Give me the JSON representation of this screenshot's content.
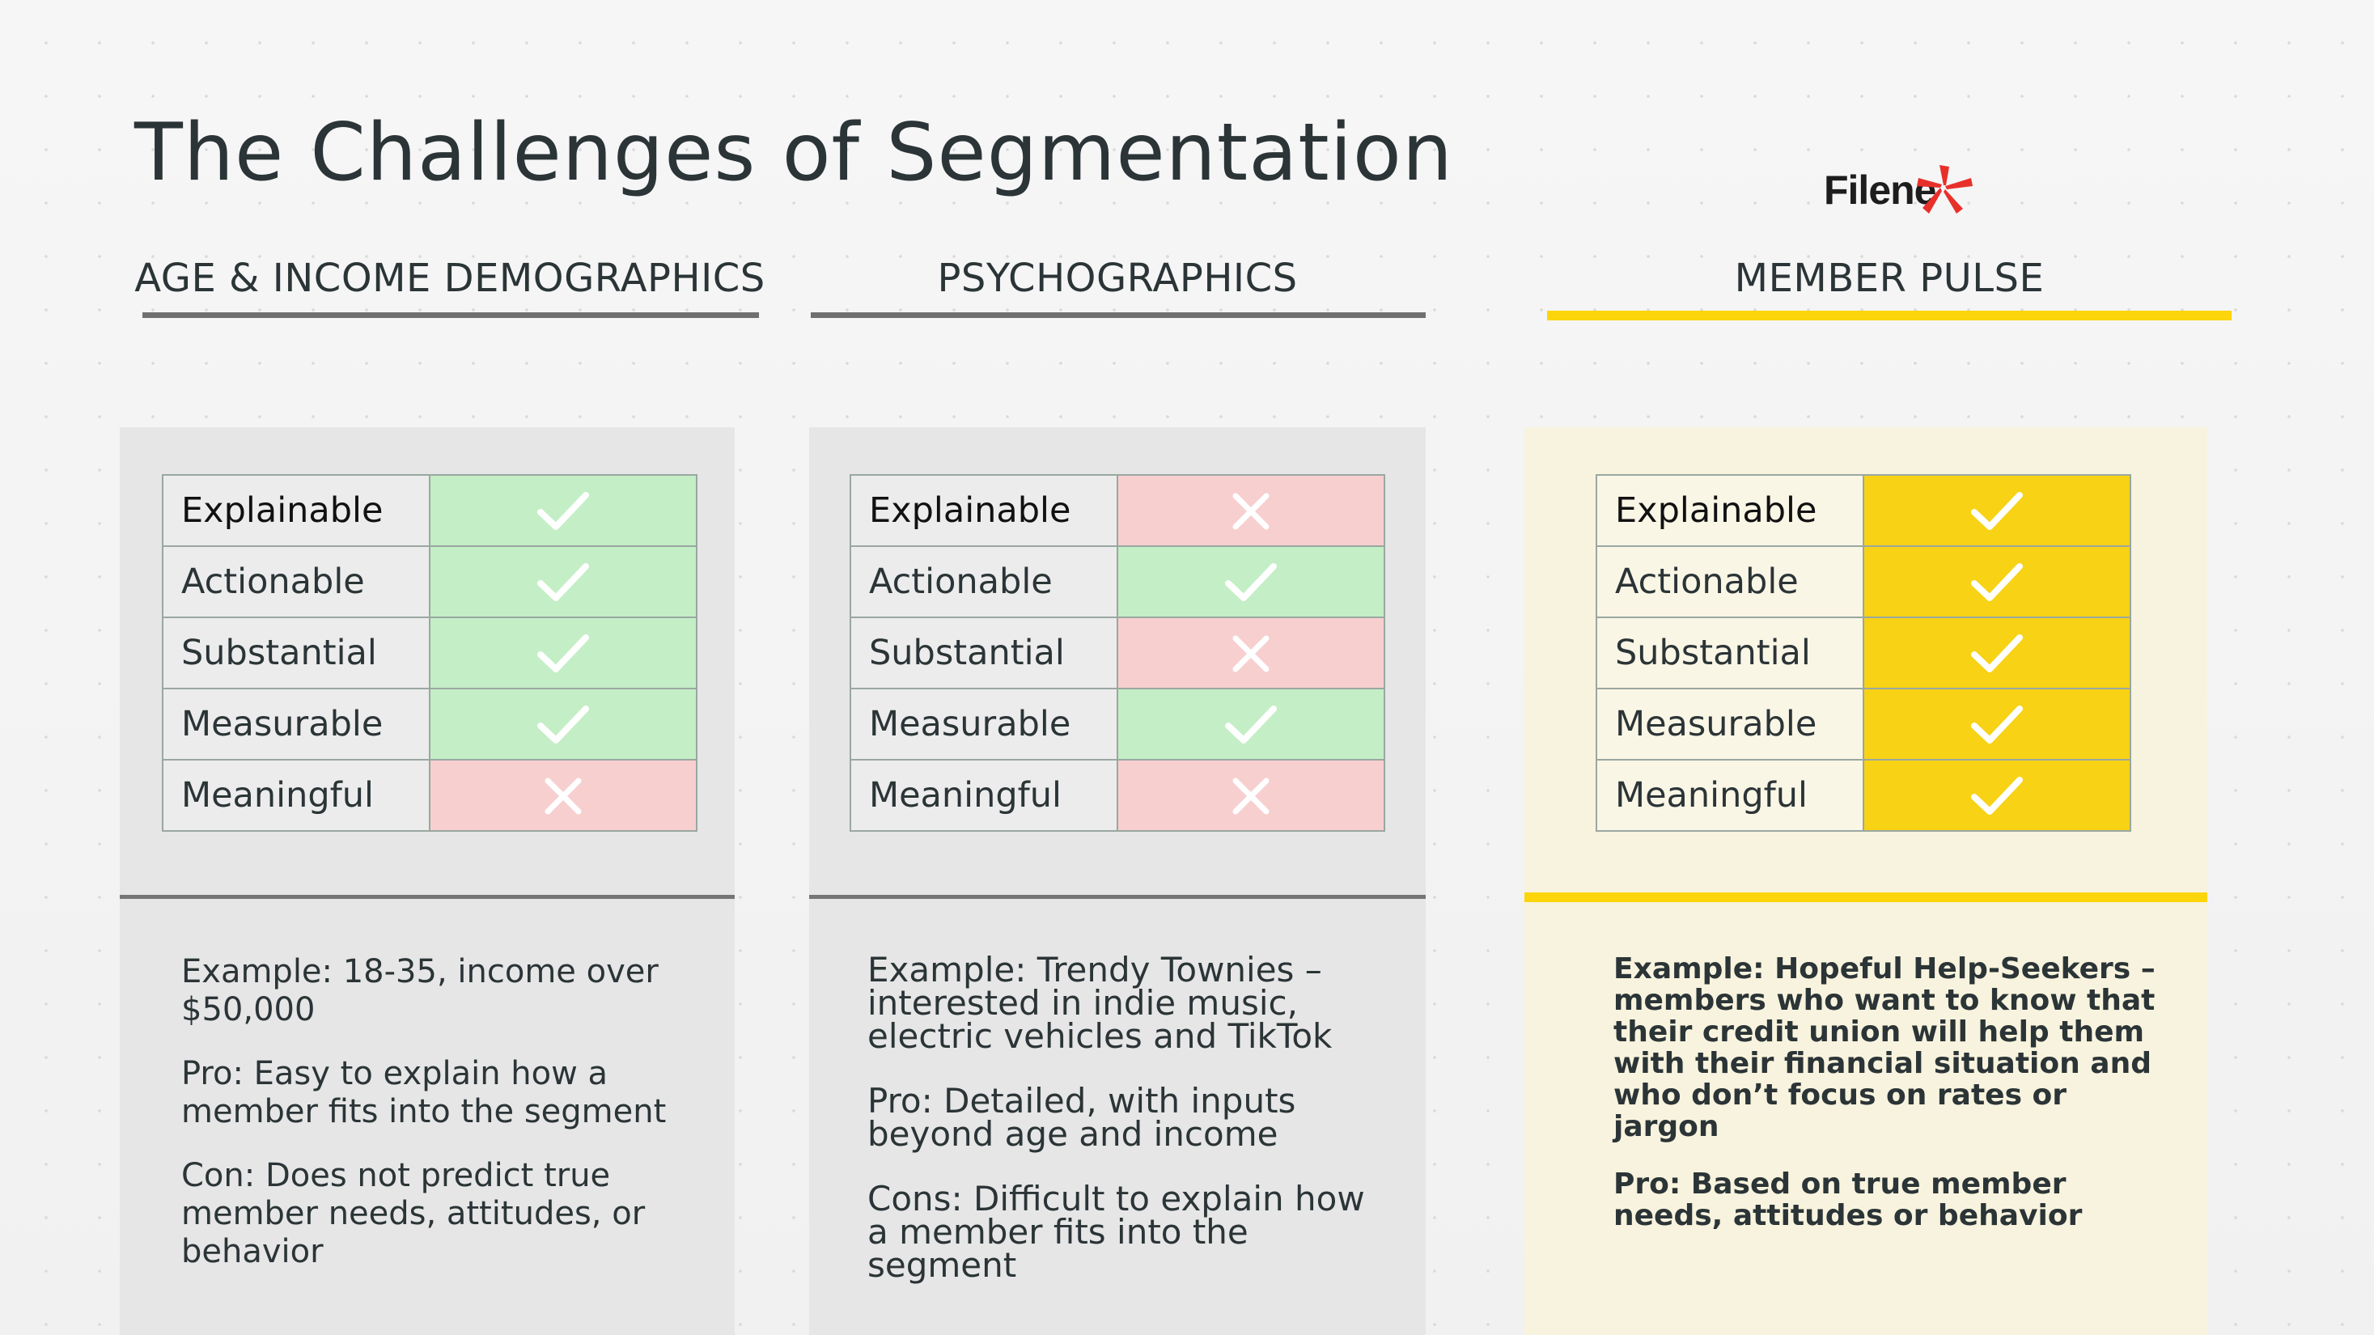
{
  "slide": {
    "title": "The Challenges of Segmentation",
    "brand": "Filene"
  },
  "colors": {
    "accent_yellow": "#fcd50a",
    "check_green": "#c4eec6",
    "cross_red": "#f7cfcf",
    "gold_fill": "#f7d215",
    "grey_panel": "#e6e6e6",
    "cream_panel": "#f8f3de",
    "logo_star": "#e8302b"
  },
  "columns": [
    {
      "heading": "AGE & INCOME DEMOGRAPHICS",
      "criteria": [
        {
          "label": "Explainable",
          "status": "check"
        },
        {
          "label": "Actionable",
          "status": "check"
        },
        {
          "label": "Substantial",
          "status": "check"
        },
        {
          "label": "Measurable",
          "status": "check"
        },
        {
          "label": "Meaningful",
          "status": "cross"
        }
      ],
      "example": "Example: 18-35, income over $50,000",
      "pro": "Pro: Easy to explain how a member fits into the segment",
      "con": "Con: Does not predict true member needs, attitudes, or behavior"
    },
    {
      "heading": "PSYCHOGRAPHICS",
      "criteria": [
        {
          "label": "Explainable",
          "status": "cross"
        },
        {
          "label": "Actionable",
          "status": "check"
        },
        {
          "label": "Substantial",
          "status": "cross"
        },
        {
          "label": "Measurable",
          "status": "check"
        },
        {
          "label": "Meaningful",
          "status": "cross"
        }
      ],
      "example": "Example: Trendy Townies – interested in indie music, electric vehicles and TikTok",
      "pro": "Pro: Detailed, with inputs beyond age and income",
      "con": "Cons: Difficult to explain how a member fits into the segment"
    },
    {
      "heading": "MEMBER PULSE",
      "criteria": [
        {
          "label": "Explainable",
          "status": "check"
        },
        {
          "label": "Actionable",
          "status": "check"
        },
        {
          "label": "Substantial",
          "status": "check"
        },
        {
          "label": "Measurable",
          "status": "check"
        },
        {
          "label": "Meaningful",
          "status": "check"
        }
      ],
      "example": "Example: Hopeful Help-Seekers – members who want to know that their credit union will help them with their financial situation and who don’t focus on rates or jargon",
      "pro": "Pro: Based on true member needs, attitudes or behavior"
    }
  ]
}
